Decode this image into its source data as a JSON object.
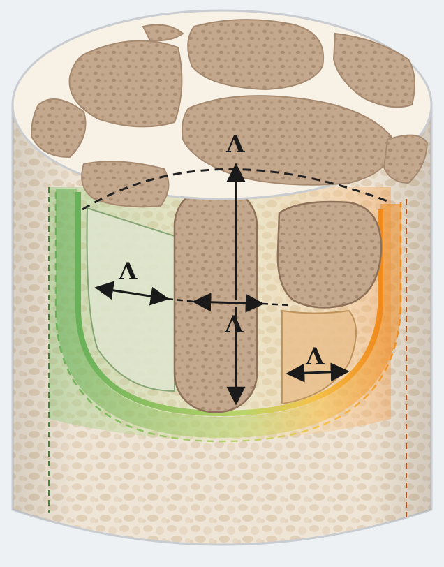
{
  "diagram": {
    "labels": {
      "top": "Λ",
      "left": "Λ",
      "center": "Λ",
      "right": "Λ"
    },
    "colors": {
      "background": "#eef1f4",
      "cylinder_wall": "#efe5d6",
      "pore_mottle": "#e3d3bd",
      "top_face": "#f8f1e6",
      "grain": "#c7ab90",
      "grain_dark": "#a68a70",
      "gradient_left": "#69b15a",
      "gradient_mid": "#bcd46a",
      "gradient_right": "#f08a1d",
      "arrow": "#1a1a1a"
    }
  }
}
